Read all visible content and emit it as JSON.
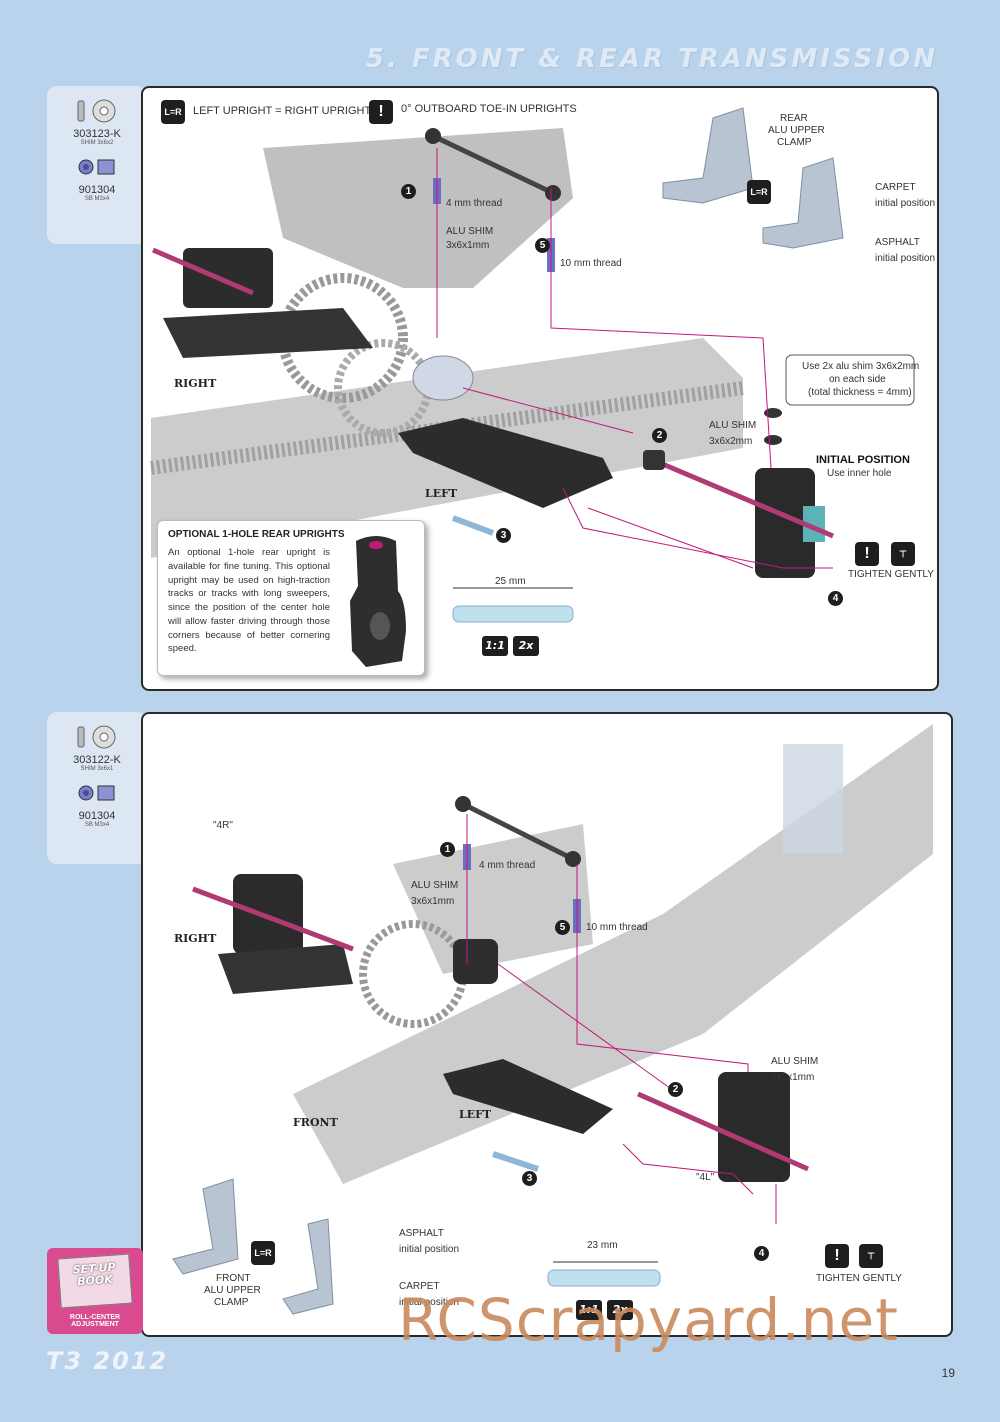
{
  "header": {
    "title": "5. FRONT & REAR TRANSMISSION"
  },
  "rear": {
    "parts": [
      {
        "code": "303123-K",
        "desc": "SHIM 3x6x2"
      },
      {
        "code": "901304",
        "desc": "SB M3x4"
      }
    ],
    "note_lr": "LEFT UPRIGHT = RIGHT UPRIGHT",
    "note_toe": "0° OUTBOARD TOE-IN UPRIGHTS",
    "label_lr": "L=R",
    "step1_thread": "4 mm thread",
    "alu_shim_a_1": "ALU SHIM",
    "alu_shim_a_2": "3x6x1mm",
    "step5_thread": "10 mm thread",
    "clamp_1": "REAR",
    "clamp_2": "ALU UPPER",
    "clamp_3": "CLAMP",
    "carpet_1": "CARPET",
    "carpet_2": "initial position",
    "asphalt_1": "ASPHALT",
    "asphalt_2": "initial position",
    "shim_note_1": "Use 2x alu shim 3x6x2mm",
    "shim_note_2": "on each side",
    "shim_note_3": "(total thickness = 4mm)",
    "alu_shim_b_1": "ALU SHIM",
    "alu_shim_b_2": "3x6x2mm",
    "initial_pos": "INITIAL POSITION",
    "inner_hole": "Use inner hole",
    "right": "RIGHT",
    "left": "LEFT",
    "tighten": "TIGHTEN GENTLY",
    "length": "25 mm",
    "scale_a": "1:1",
    "scale_b": "2x",
    "steps": [
      "1",
      "2",
      "3",
      "4",
      "5"
    ],
    "optional_title": "OPTIONAL 1-HOLE REAR UPRIGHTS",
    "optional_text": "An optional 1-hole rear upright is available for fine tuning. This optional upright may be used on high-traction tracks or tracks with long sweepers, since the position of the center hole will allow faster driving through those corners because of better cornering speed."
  },
  "front": {
    "parts": [
      {
        "code": "303122-K",
        "desc": "SHIM 3x6x1"
      },
      {
        "code": "901304",
        "desc": "SB M3x4"
      }
    ],
    "tag_4r": "\"4R\"",
    "tag_4l": "\"4L\"",
    "step1_thread": "4 mm thread",
    "alu_shim_a_1": "ALU SHIM",
    "alu_shim_a_2": "3x6x1mm",
    "step5_thread": "10 mm thread",
    "alu_shim_b_1": "ALU SHIM",
    "alu_shim_b_2": "3x6x1mm",
    "right": "RIGHT",
    "front": "FRONT",
    "left": "LEFT",
    "tighten": "TIGHTEN GENTLY",
    "length": "23 mm",
    "scale_a": "1:1",
    "scale_b": "2x",
    "label_lr": "L=R",
    "clamp_1": "FRONT",
    "clamp_2": "ALU UPPER",
    "clamp_3": "CLAMP",
    "asphalt_1": "ASPHALT",
    "asphalt_2": "initial position",
    "carpet_1": "CARPET",
    "carpet_2": "initial position",
    "steps": [
      "1",
      "2",
      "3",
      "4",
      "5"
    ]
  },
  "setup_book": {
    "title_1": "SET-UP",
    "title_2": "BOOK",
    "caption": "ROLL-CENTER ADJUSTMENT"
  },
  "footer": {
    "model": "T3 2012",
    "page": "19",
    "watermark": "RCScrapyard.net"
  },
  "colors": {
    "background": "#b9d3ec",
    "accent": "#c2187a",
    "setup": "#d94a8e"
  }
}
